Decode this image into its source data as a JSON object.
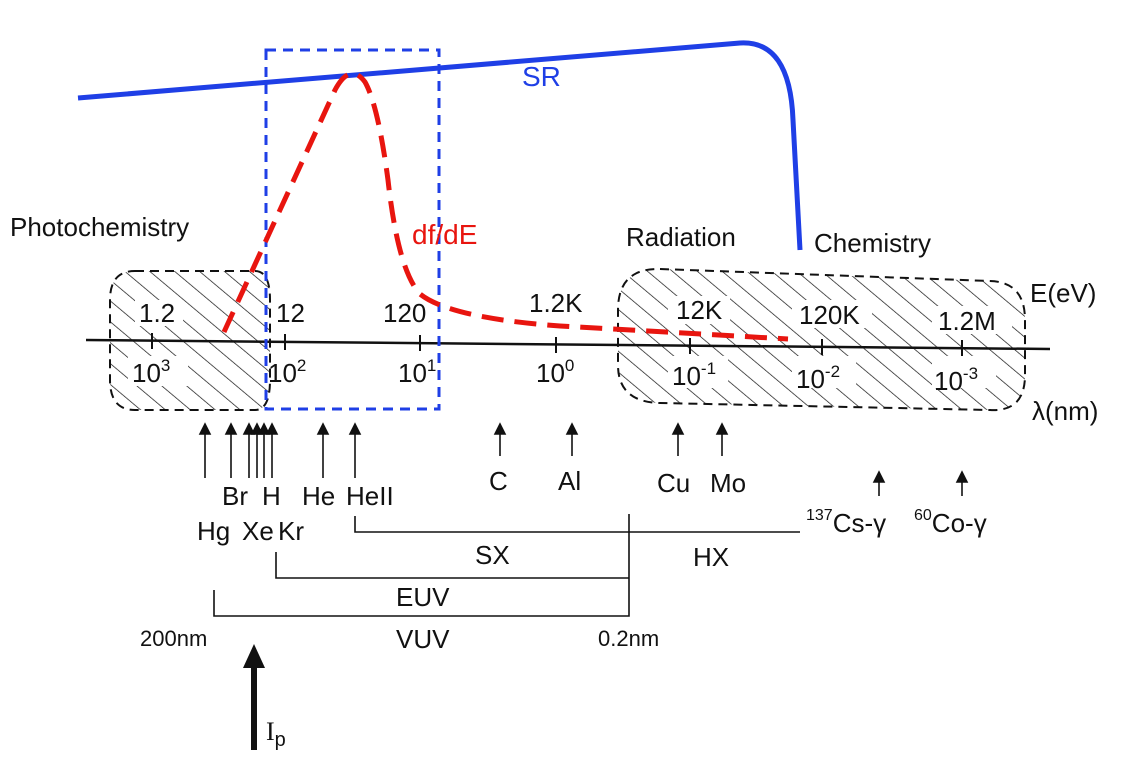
{
  "colors": {
    "sr": "#1f3fe6",
    "dfde": "#e8150f",
    "ink": "#111111",
    "box": "#1f3fe6"
  },
  "labels": {
    "sr": "SR",
    "dfde": "df/dE",
    "photochemistry": "Photochemistry",
    "radiation": "Radiation",
    "chemistry": "Chemistry",
    "energy_axis": "E(eV)",
    "wavelength_axis": "λ(nm)"
  },
  "energy_ticks": [
    "1.2",
    "12",
    "120",
    "1.2K",
    "12K",
    "120K",
    "1.2M"
  ],
  "wavelength_ticks": [
    {
      "base": "10",
      "exp": "3"
    },
    {
      "base": "10",
      "exp": "2"
    },
    {
      "base": "10",
      "exp": "1"
    },
    {
      "base": "10",
      "exp": "0"
    },
    {
      "base": "10",
      "exp": "-1"
    },
    {
      "base": "10",
      "exp": "-2"
    },
    {
      "base": "10",
      "exp": "-3"
    }
  ],
  "sources": {
    "br": "Br",
    "h": "H",
    "he": "He",
    "heii": "HeII",
    "hg": "Hg",
    "xe": "Xe",
    "kr": "Kr",
    "c": "C",
    "al": "Al",
    "cu": "Cu",
    "mo": "Mo",
    "cs": {
      "mass": "137",
      "name": "Cs-γ"
    },
    "co": {
      "mass": "60",
      "name": "Co-γ"
    }
  },
  "ranges": {
    "sx": "SX",
    "hx": "HX",
    "euv": "EUV",
    "vuv": "VUV",
    "vuv_start": "200nm",
    "vuv_end": "0.2nm"
  },
  "ionization": {
    "base": "I",
    "sub": "p"
  }
}
